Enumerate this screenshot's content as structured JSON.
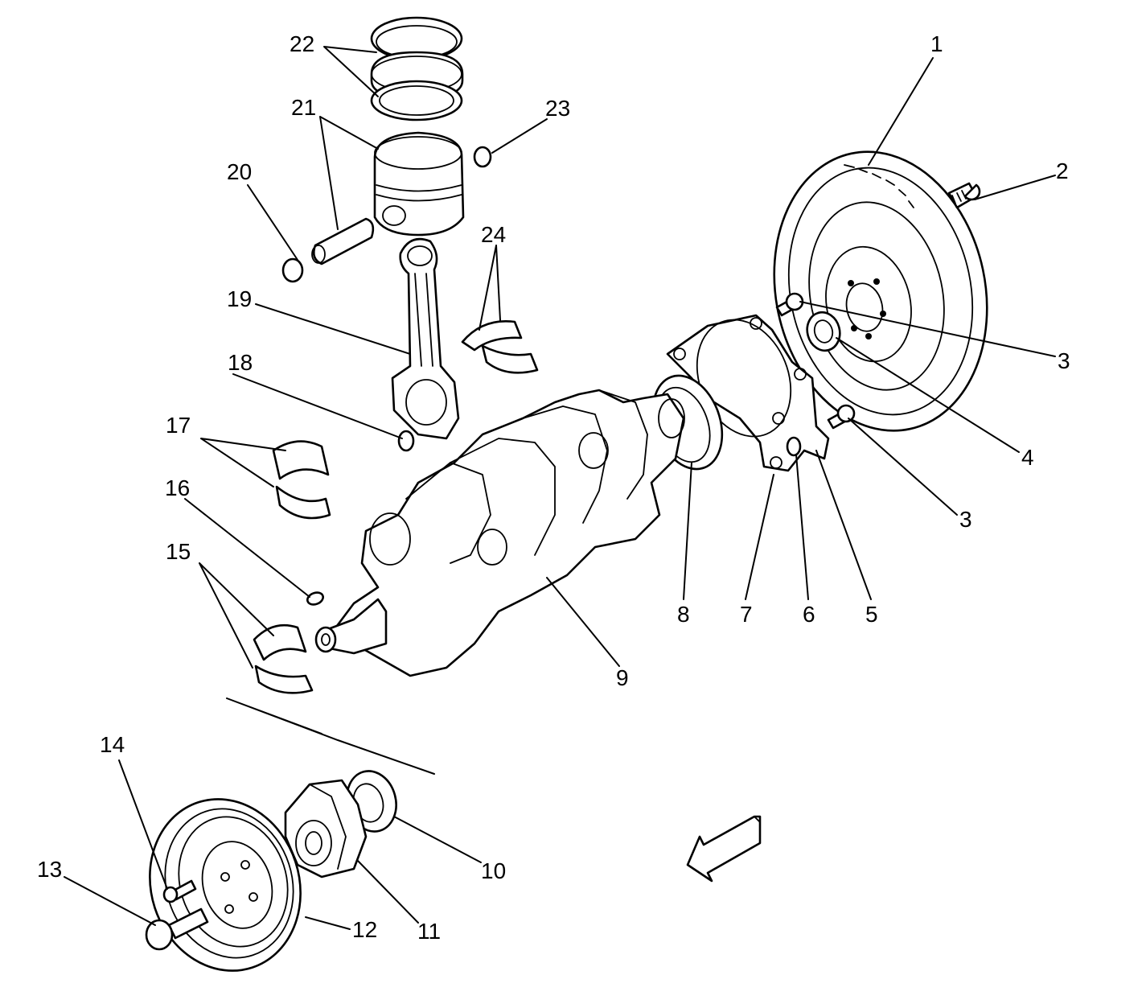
{
  "callouts": [
    {
      "id": "c1",
      "label": "1"
    },
    {
      "id": "c2",
      "label": "2"
    },
    {
      "id": "c3a",
      "label": "3"
    },
    {
      "id": "c3b",
      "label": "3"
    },
    {
      "id": "c4",
      "label": "4"
    },
    {
      "id": "c5",
      "label": "5"
    },
    {
      "id": "c6",
      "label": "6"
    },
    {
      "id": "c7",
      "label": "7"
    },
    {
      "id": "c8",
      "label": "8"
    },
    {
      "id": "c9",
      "label": "9"
    },
    {
      "id": "c10",
      "label": "10"
    },
    {
      "id": "c11",
      "label": "11"
    },
    {
      "id": "c12",
      "label": "12"
    },
    {
      "id": "c13",
      "label": "13"
    },
    {
      "id": "c14",
      "label": "14"
    },
    {
      "id": "c15",
      "label": "15"
    },
    {
      "id": "c16",
      "label": "16"
    },
    {
      "id": "c17",
      "label": "17"
    },
    {
      "id": "c18",
      "label": "18"
    },
    {
      "id": "c19",
      "label": "19"
    },
    {
      "id": "c20",
      "label": "20"
    },
    {
      "id": "c21",
      "label": "21"
    },
    {
      "id": "c22",
      "label": "22"
    },
    {
      "id": "c23",
      "label": "23"
    },
    {
      "id": "c24",
      "label": "24"
    }
  ],
  "icons": {
    "direction_arrow": "front-direction-arrow-icon"
  },
  "colors": {
    "line": "#000000",
    "background": "#ffffff"
  }
}
